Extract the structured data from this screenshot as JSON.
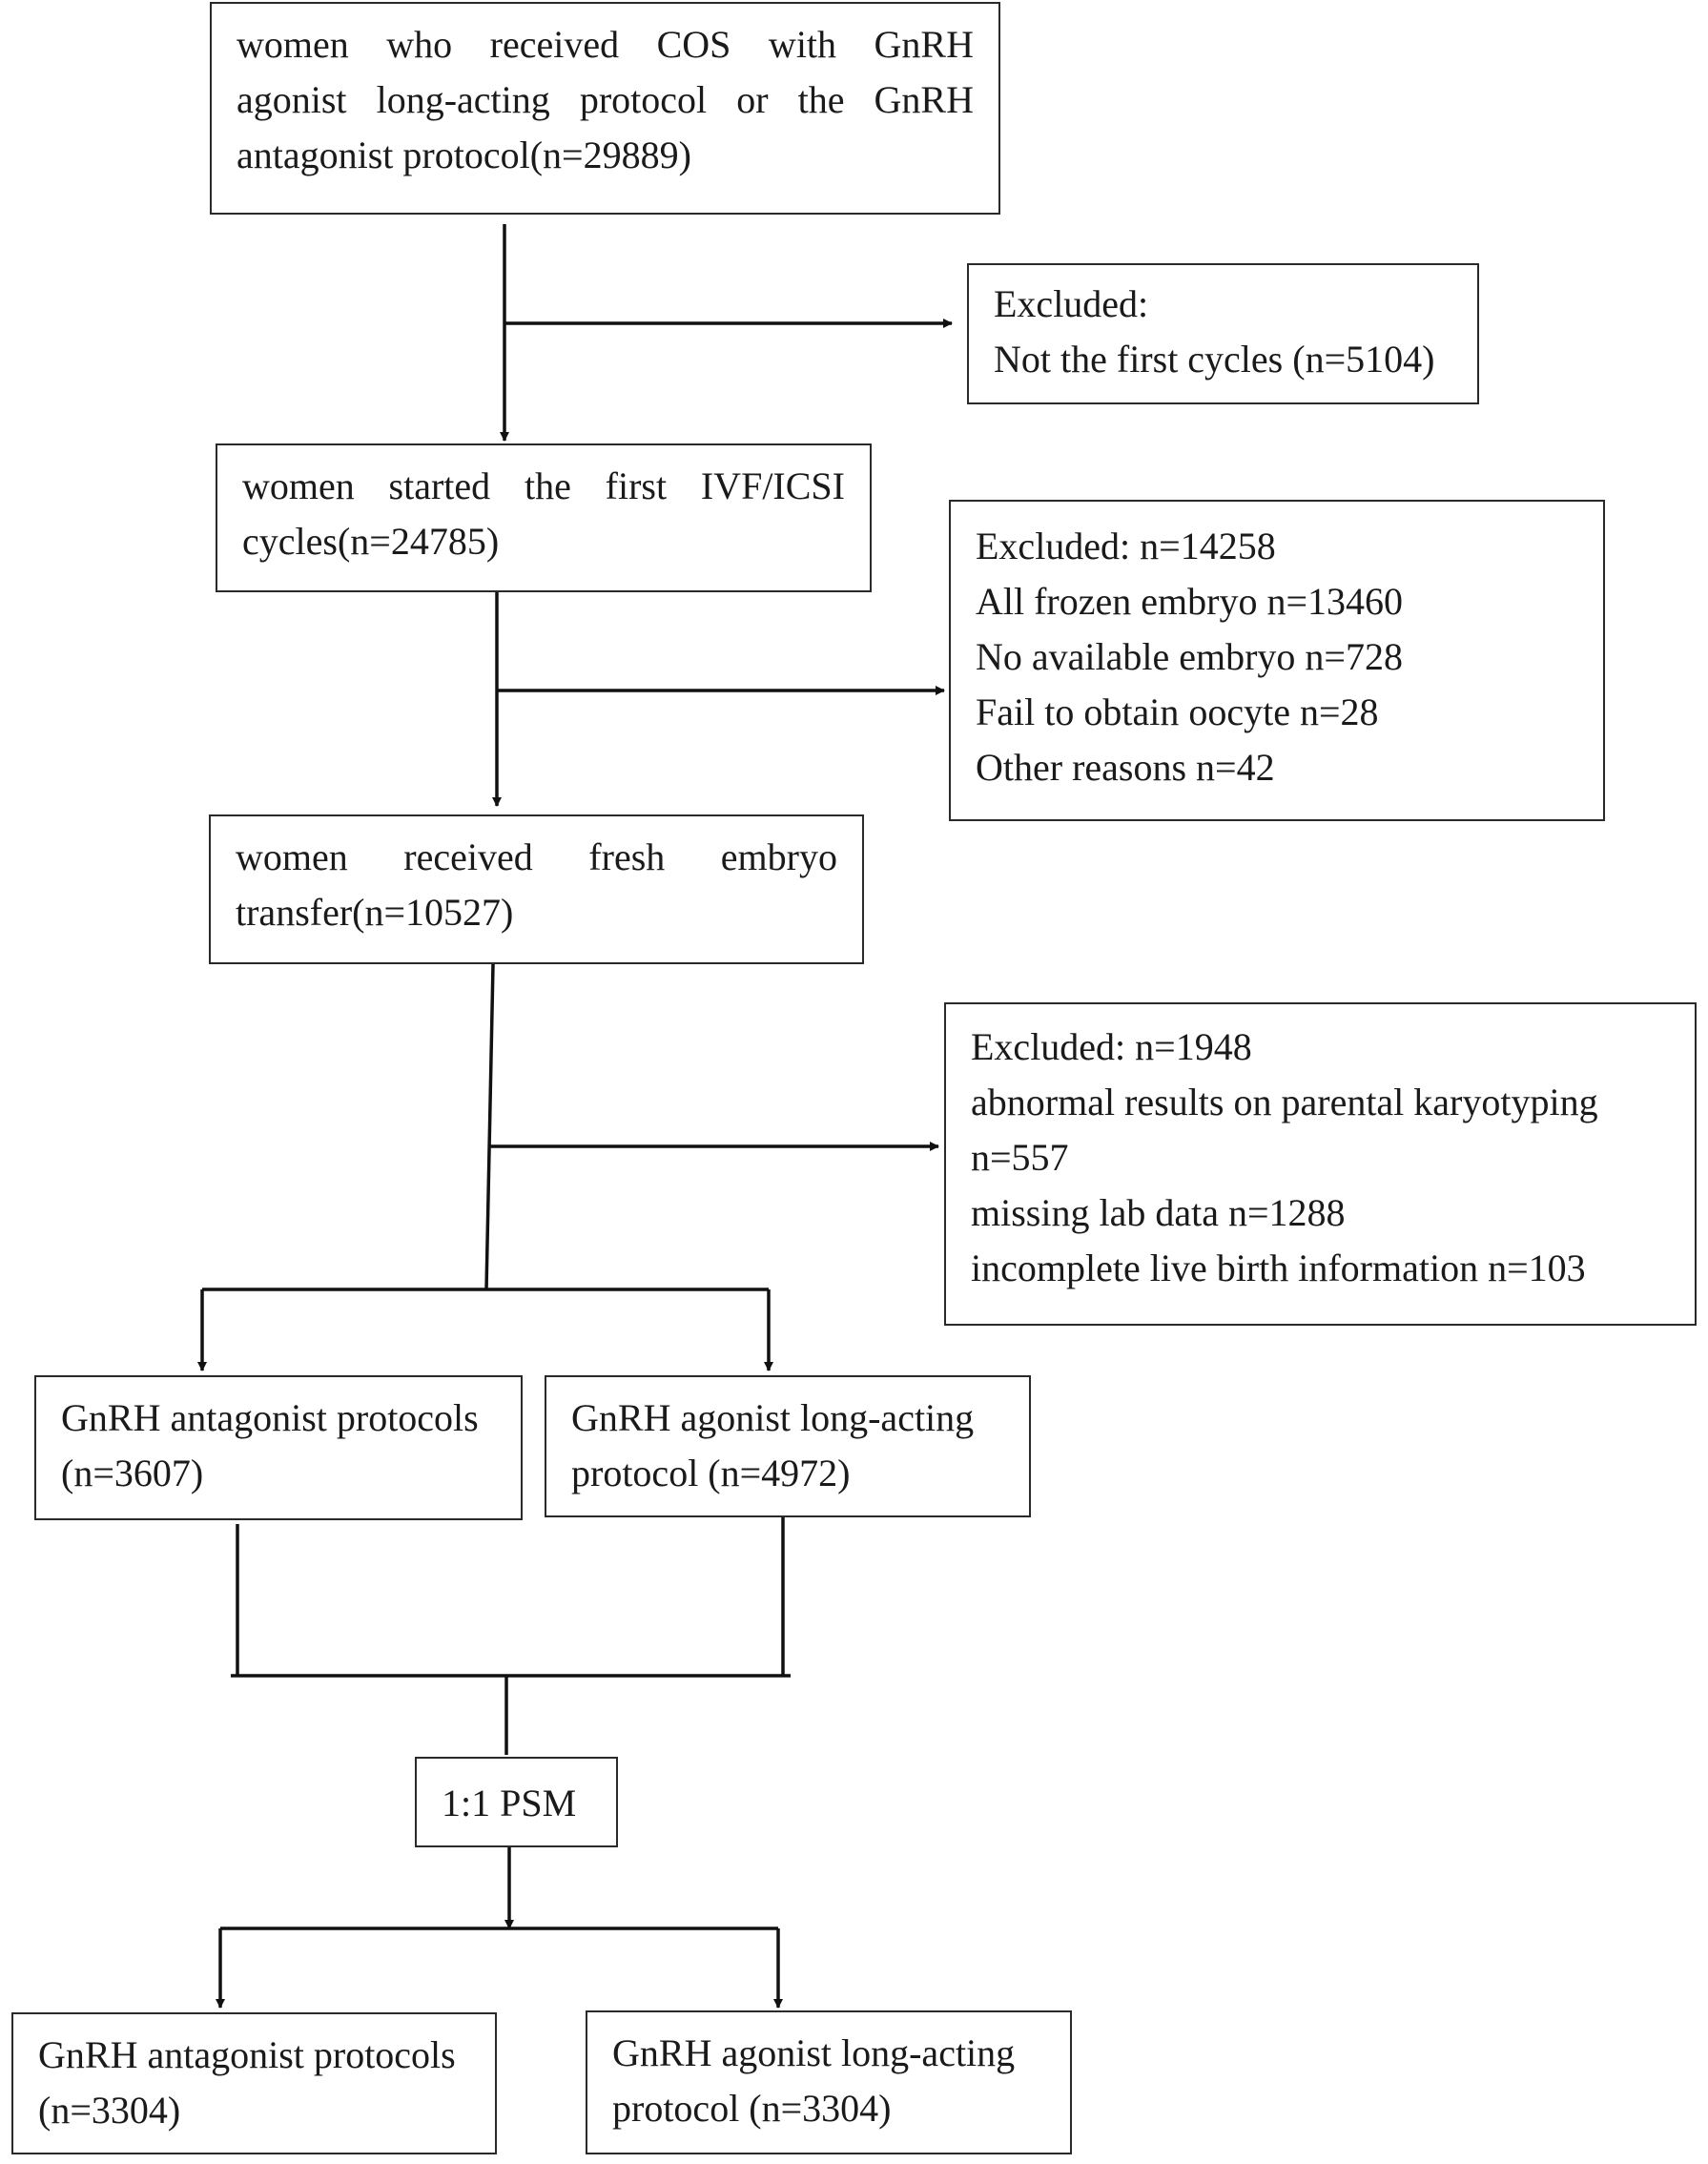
{
  "flowchart": {
    "start_box": {
      "lines": [
        "women who received COS with GnRH",
        "agonist long-acting protocol or the GnRH",
        "antagonist protocol(n=29889)"
      ]
    },
    "exclusion_1": {
      "lines": [
        "Excluded:",
        "Not the first cycles (n=5104)"
      ]
    },
    "first_cycle_box": {
      "lines": [
        "women started the first IVF/ICSI",
        "cycles(n=24785)"
      ]
    },
    "exclusion_2": {
      "lines": [
        "Excluded: n=14258",
        "All frozen embryo n=13460",
        "No available embryo n=728",
        "Fail to obtain oocyte n=28",
        "Other reasons n=42"
      ]
    },
    "fresh_transfer_box": {
      "lines": [
        "women received fresh embryo",
        "transfer(n=10527)"
      ]
    },
    "exclusion_3": {
      "lines": [
        "Excluded: n=1948",
        "abnormal results on parental karyotyping",
        "n=557",
        "missing lab data n=1288",
        "incomplete live birth information n=103"
      ]
    },
    "antagonist_box": {
      "lines": [
        "GnRH antagonist protocols",
        "(n=3607)"
      ]
    },
    "agonist_box": {
      "lines": [
        "GnRH agonist long-acting",
        "protocol (n=4972)"
      ]
    },
    "psm_box": {
      "label": "1:1 PSM"
    },
    "antagonist_matched_box": {
      "lines": [
        "GnRH antagonist protocols",
        "(n=3304)"
      ]
    },
    "agonist_matched_box": {
      "lines": [
        "GnRH agonist long-acting",
        "protocol (n=3304)"
      ]
    }
  }
}
